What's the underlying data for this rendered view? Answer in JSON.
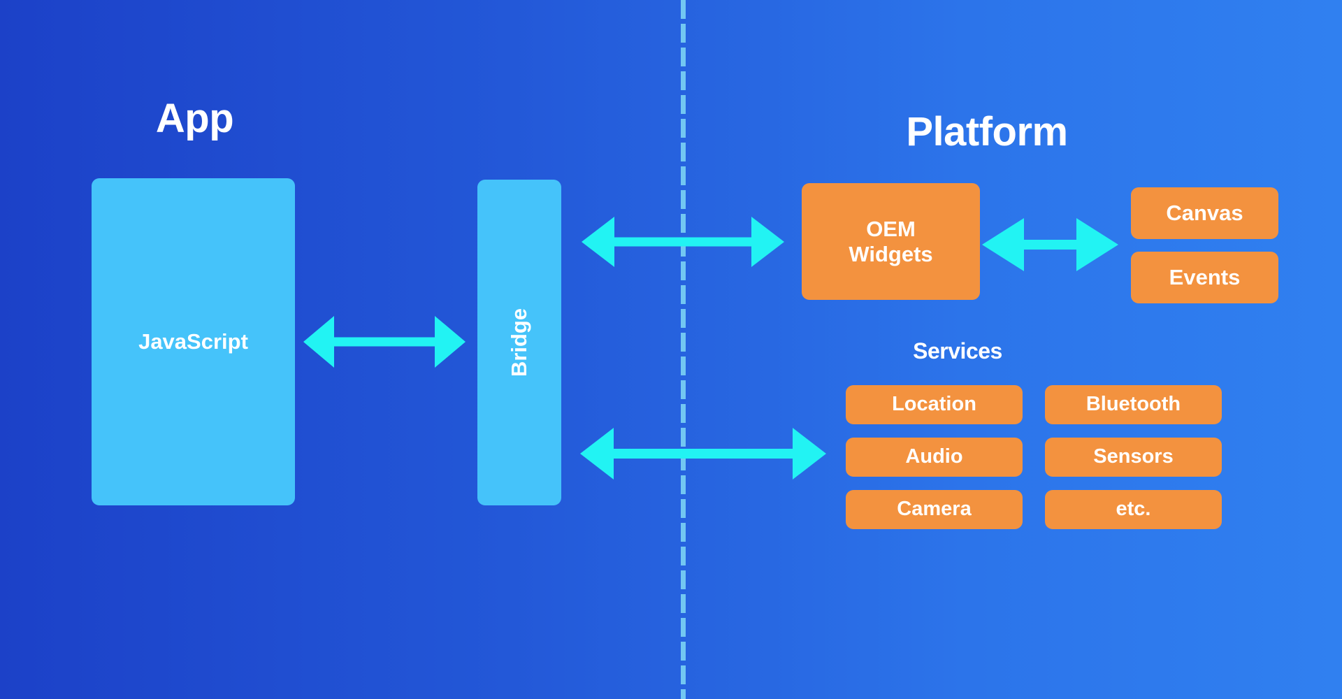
{
  "diagram": {
    "title_app": "App",
    "title_platform": "Platform",
    "services_label": "Services",
    "colors": {
      "background_left": "#1c41c8",
      "background_right": "#3080f0",
      "box_blue": "#45c3fa",
      "box_orange": "#f3923f",
      "arrow_cyan": "#22f3f3",
      "divider": "#72c7f2",
      "text": "#ffffff"
    },
    "app_side": {
      "javascript_label": "JavaScript",
      "bridge_label": "Bridge"
    },
    "platform_side": {
      "oem_widgets_label": "OEM\nWidgets",
      "oem_widgets_line1": "OEM",
      "oem_widgets_line2": "Widgets",
      "ui_modules": [
        {
          "label": "Canvas"
        },
        {
          "label": "Events"
        }
      ],
      "services": [
        {
          "label": "Location"
        },
        {
          "label": "Bluetooth"
        },
        {
          "label": "Audio"
        },
        {
          "label": "Sensors"
        },
        {
          "label": "Camera"
        },
        {
          "label": "etc."
        }
      ]
    },
    "connections": [
      {
        "name": "javascript-to-bridge",
        "type": "bidirectional"
      },
      {
        "name": "bridge-to-oem-widgets",
        "type": "bidirectional"
      },
      {
        "name": "bridge-to-services",
        "type": "bidirectional"
      },
      {
        "name": "oem-widgets-to-ui-modules",
        "type": "bidirectional"
      }
    ]
  }
}
